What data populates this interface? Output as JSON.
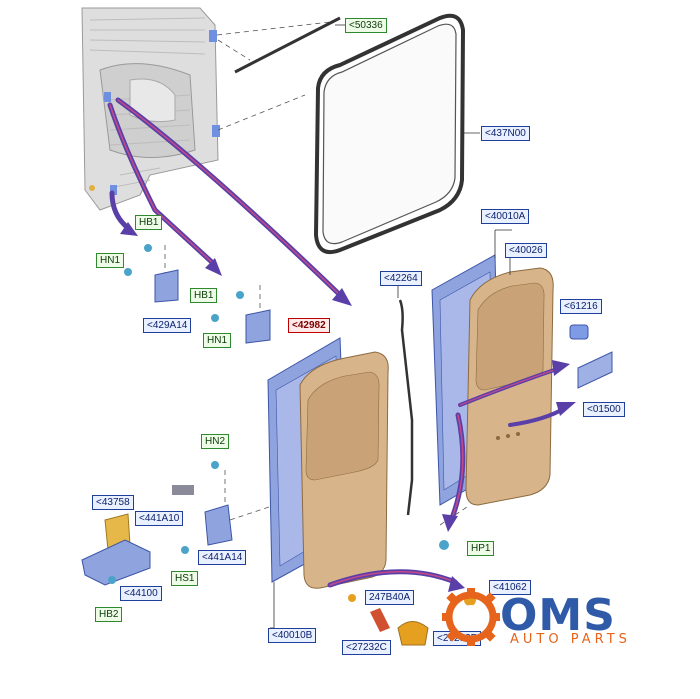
{
  "callouts": {
    "c50336": "<50336",
    "c437N00": "<437N00",
    "c40010A": "<40010A",
    "c40026": "<40026",
    "c42264": "<42264",
    "c61216": "<61216",
    "c01500": "<01500",
    "HB1a": "HB1",
    "HN1a": "HN1",
    "c429A14": "<429A14",
    "HB1b": "HB1",
    "HN1b": "HN1",
    "c42982": "<42982",
    "HN2": "HN2",
    "c43758": "<43758",
    "c441A10": "<441A10",
    "c441A14": "<441A14",
    "HS1": "HS1",
    "c44100": "<44100",
    "HB2": "HB2",
    "HP1": "HP1",
    "c41062": "<41062",
    "c247B40A": "247B40A",
    "c40010B": "<40010B",
    "c27232C": "<27232C",
    "c27232B": "<27232B"
  },
  "logo": {
    "word": "OMS",
    "sub": "AUTO PARTS",
    "brand_blue": "#2f5aa8",
    "brand_orange": "#e6641b"
  },
  "colors": {
    "door_panel": "#d8b48a",
    "door_frame": "#8fa3de",
    "arrow": "#5a3fa8",
    "callout_border": "#1f3f9a"
  }
}
